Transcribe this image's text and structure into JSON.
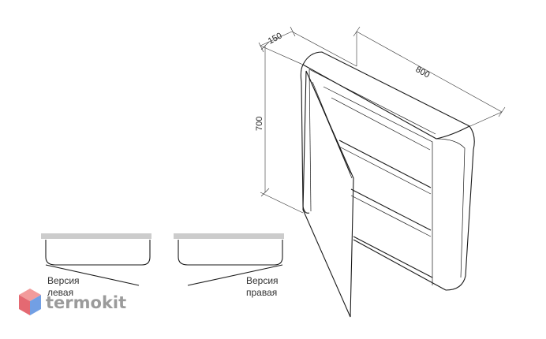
{
  "dimensions": {
    "depth": "150",
    "width": "800",
    "height": "700"
  },
  "versions": {
    "left_line1": "Версия",
    "left_line2": "левая",
    "right_line1": "Версия",
    "right_line2": "правая"
  },
  "watermark": {
    "text": "termokit",
    "icon": "hexagon-cube-icon",
    "colors": {
      "top": "#f08a8a",
      "left": "#e0505a",
      "right": "#5a8fe0",
      "bottom": "#3f6fd0"
    }
  },
  "colors": {
    "line": "#1a1a1a",
    "wall": "#cccccc"
  }
}
